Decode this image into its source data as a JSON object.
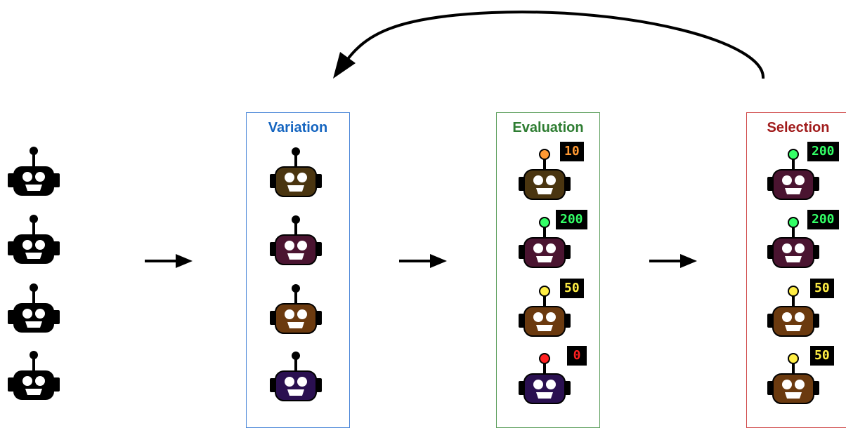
{
  "colors": {
    "variation": "#1565c0",
    "variation_border": "#4a86d8",
    "evaluation": "#2e7d32",
    "evaluation_border": "#5c9e5c",
    "selection": "#a11c1c",
    "selection_border": "#d04b4b"
  },
  "initial_population": [
    {
      "icon": "robot-icon",
      "color": "#000000"
    },
    {
      "icon": "robot-icon",
      "color": "#000000"
    },
    {
      "icon": "robot-icon",
      "color": "#000000"
    },
    {
      "icon": "robot-icon",
      "color": "#000000"
    }
  ],
  "variation": {
    "title": "Variation",
    "robots": [
      {
        "icon": "robot-icon",
        "color": "#4a3510"
      },
      {
        "icon": "robot-icon",
        "color": "#4a1430"
      },
      {
        "icon": "robot-icon",
        "color": "#6b3a0f"
      },
      {
        "icon": "robot-icon",
        "color": "#2a1050"
      }
    ]
  },
  "evaluation": {
    "title": "Evaluation",
    "robots": [
      {
        "icon": "robot-icon",
        "color": "#4a3510",
        "score": "10",
        "score_color": "#ff9933"
      },
      {
        "icon": "robot-icon",
        "color": "#4a1430",
        "score": "200",
        "score_color": "#33ff66"
      },
      {
        "icon": "robot-icon",
        "color": "#6b3a0f",
        "score": "50",
        "score_color": "#ffee44"
      },
      {
        "icon": "robot-icon",
        "color": "#2a1050",
        "score": "0",
        "score_color": "#ff2020"
      }
    ]
  },
  "selection": {
    "title": "Selection",
    "robots": [
      {
        "icon": "robot-icon",
        "color": "#4a1430",
        "score": "200",
        "score_color": "#33ff66"
      },
      {
        "icon": "robot-icon",
        "color": "#4a1430",
        "score": "200",
        "score_color": "#33ff66"
      },
      {
        "icon": "robot-icon",
        "color": "#6b3a0f",
        "score": "50",
        "score_color": "#ffee44"
      },
      {
        "icon": "robot-icon",
        "color": "#6b3a0f",
        "score": "50",
        "score_color": "#ffee44"
      }
    ]
  }
}
